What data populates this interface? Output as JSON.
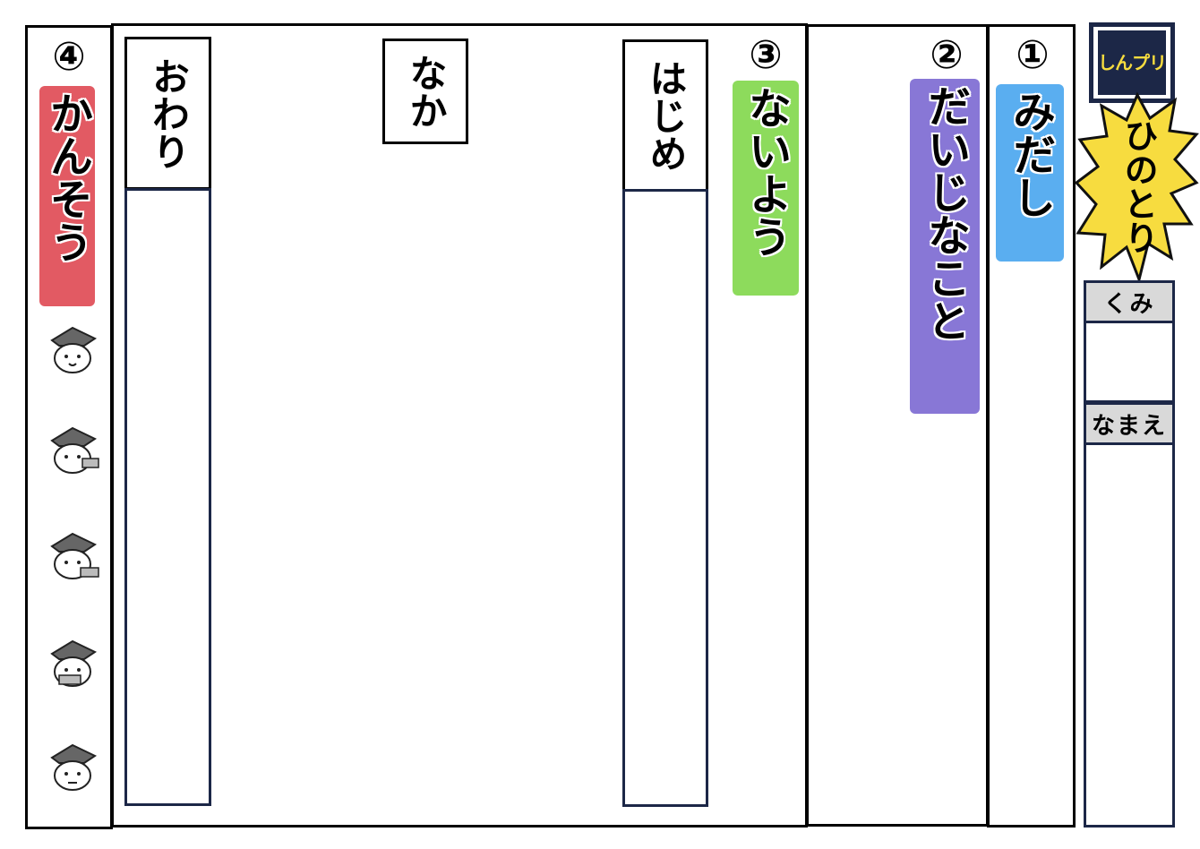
{
  "logo": {
    "text": "しんプリ"
  },
  "header": {
    "title": "ひのとり"
  },
  "fields": {
    "class_label": "くみ",
    "name_label": "なまえ"
  },
  "section1": {
    "num": "①",
    "label": "みだし",
    "color": "#5aaef0"
  },
  "section2": {
    "num": "②",
    "label": "だいじなこと",
    "color": "#8877d6"
  },
  "section3": {
    "num": "③",
    "label": "ないよう",
    "color": "#8ddb5c",
    "parts": {
      "beginning": "はじめ",
      "middle": "なか",
      "end": "おわり"
    }
  },
  "section4": {
    "num": "④",
    "label": "かんそう",
    "color": "#e25a63"
  },
  "burst_color": "#f7dc3f",
  "navy": "#1c2747"
}
